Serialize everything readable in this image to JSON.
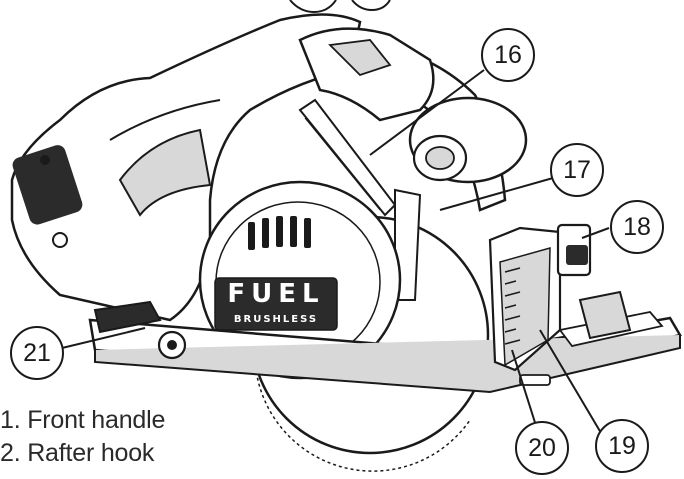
{
  "callouts": {
    "c16": "16",
    "c17": "17",
    "c18": "18",
    "c19": "19",
    "c20": "20",
    "c21": "21"
  },
  "brand": {
    "name": "FUEL",
    "subtitle": "BRUSHLESS"
  },
  "legend": [
    {
      "text": "1. Front handle"
    },
    {
      "text": "2. Rafter hook"
    }
  ],
  "colors": {
    "line": "#1a1a1a",
    "fill": "#ffffff",
    "shade": "#d8d8d8",
    "dark": "#2b2b2b"
  }
}
